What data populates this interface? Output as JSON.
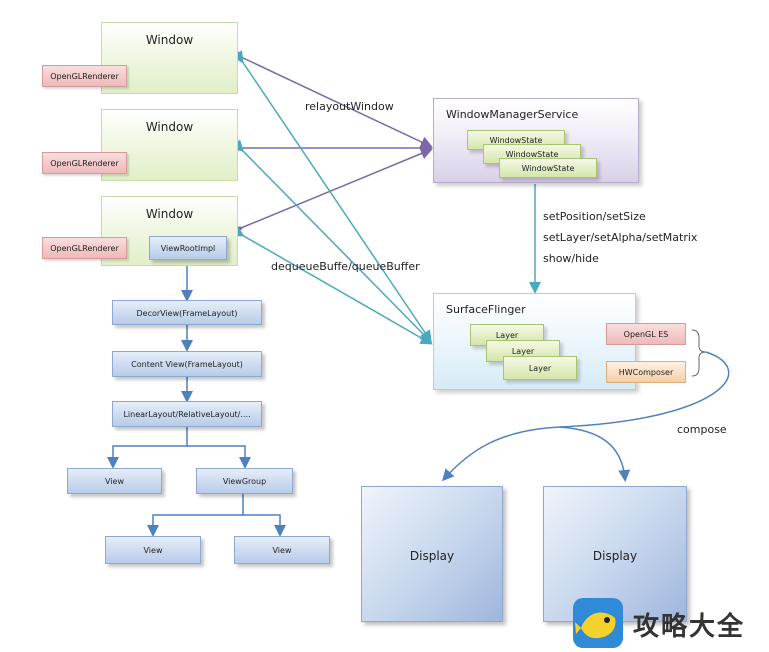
{
  "windows": [
    {
      "title": "Window",
      "renderer": "OpenGLRenderer"
    },
    {
      "title": "Window",
      "renderer": "OpenGLRenderer"
    },
    {
      "title": "Window",
      "renderer": "OpenGLRenderer",
      "view_root": "ViewRootImpl"
    }
  ],
  "view_hierarchy": {
    "decor_view": "DecorView(FrameLayout)",
    "content_view": "Content View(FrameLayout)",
    "layouts": "LinearLayout/RelativeLayout/....",
    "view_left": "View",
    "view_group": "ViewGroup",
    "view_child_left": "View",
    "view_child_right": "View"
  },
  "wms": {
    "title": "WindowManagerService",
    "states": [
      "WindowState",
      "WindowState",
      "WindowState"
    ]
  },
  "surface_flinger": {
    "title": "SurfaceFlinger",
    "layers": [
      "Layer",
      "Layer",
      "Layer"
    ],
    "opengl": "OpenGL ES",
    "hwcomposer": "HWComposer"
  },
  "edge_labels": {
    "relayout": "relayoutWindow",
    "buffer": "dequeueBuffe/queueBuffer",
    "sf_calls": [
      "setPosition/setSize",
      "setLayer/setAlpha/setMatrix",
      "show/hide"
    ],
    "compose": "compose"
  },
  "displays": [
    "Display",
    "Display"
  ],
  "watermark": {
    "text": "攻略大全"
  },
  "colors": {
    "purple_arrow": "#7b68a8",
    "teal_arrow": "#4aa8bf",
    "blue_arrow": "#4f81bd"
  }
}
